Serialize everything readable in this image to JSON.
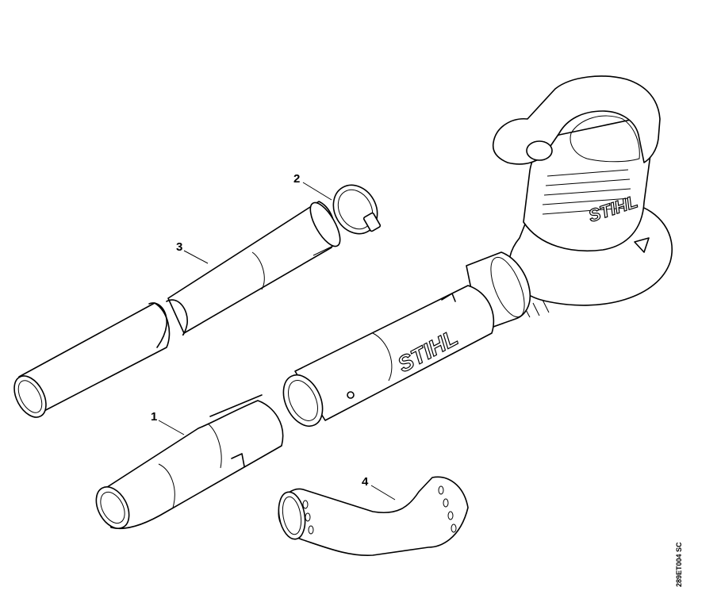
{
  "diagram": {
    "brand_logo": "STIHL",
    "callouts": [
      {
        "label": "1"
      },
      {
        "label": "2"
      },
      {
        "label": "3"
      },
      {
        "label": "4"
      }
    ],
    "reference_code": "289ET004 SC"
  }
}
